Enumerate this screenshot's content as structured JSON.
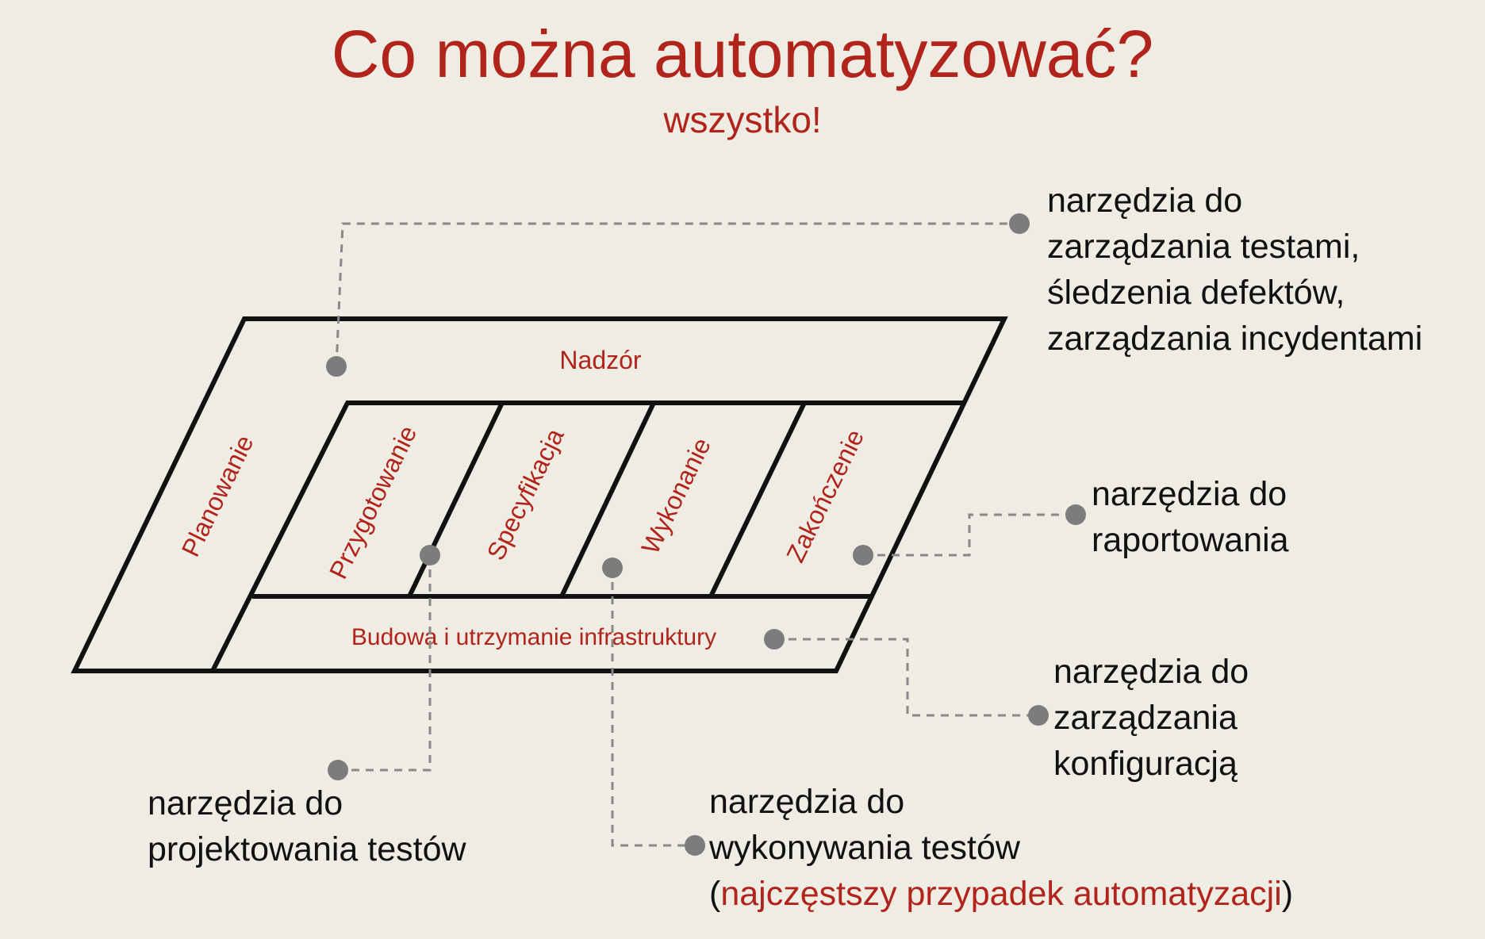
{
  "title": "Co można automatyzować?",
  "subtitle": "wszystko!",
  "zones": {
    "nadzor": "Nadzór",
    "planowanie": "Planowanie",
    "przygotowanie": "Przygotowanie",
    "specyfikacja": "Specyfikacja",
    "wykonanie": "Wykonanie",
    "zakonczenie": "Zakończenie",
    "budowa": "Budowa i utrzymanie infrastruktury"
  },
  "callouts": {
    "management": [
      "narzędzia do",
      "zarządzania testami,",
      "śledzenia defektów,",
      "zarządzania incydentami"
    ],
    "reporting": [
      "narzędzia do",
      "raportowania"
    ],
    "config": [
      "narzędzia do",
      "zarządzania",
      "konfiguracją"
    ],
    "design": [
      "narzędzia do",
      "projektowania testów"
    ],
    "execution": [
      "narzędzia do",
      "wykonywania testów"
    ],
    "execution_note": {
      "open": "(",
      "text": "najczęstszy przypadek automatyzacji",
      "close": ")"
    }
  },
  "colors": {
    "accent": "#b1241c",
    "background": "#efece3",
    "connector": "#888888",
    "dot": "#7c7c7c"
  }
}
